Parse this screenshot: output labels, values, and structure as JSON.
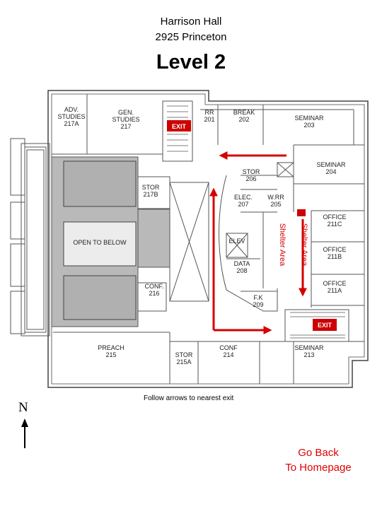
{
  "header": {
    "building": "Harrison Hall",
    "address": "2925 Princeton",
    "level": "Level 2"
  },
  "rooms": {
    "r217a": "ADV.\nSTUDIES\n217A",
    "r217": "GEN.\nSTUDIES\n217",
    "r201": "RR\n201",
    "r202": "BREAK\n202",
    "r203": "SEMINAR\n203",
    "r204": "SEMINAR\n204",
    "r206": "STOR\n206",
    "r207": "ELEC.\n207",
    "r205": "W.RR\n205",
    "elev": "ELEV",
    "r208": "DATA\n208",
    "r209": "F.K\n209",
    "r211c": "OFFICE\n211C",
    "r211b": "OFFICE\n211B",
    "r211a": "OFFICE\n211A",
    "r217b": "STOR\n217B",
    "open": "OPEN TO BELOW",
    "r216": "CONF.\n216",
    "r215": "PREACH\n215",
    "r215a": "STOR\n215A",
    "r214": "CONF\n214",
    "r213": "SEMINAR\n213"
  },
  "exit_label": "EXIT",
  "shelter_label": "Shelter Area",
  "note": "Follow arrows to nearest exit",
  "north": "N",
  "back_link": "Go Back\nTo Homepage",
  "colors": {
    "arrow": "#d40000",
    "exit_bg": "#cc0000",
    "open_fill": "#b9b9b9",
    "walls": "#444444"
  }
}
